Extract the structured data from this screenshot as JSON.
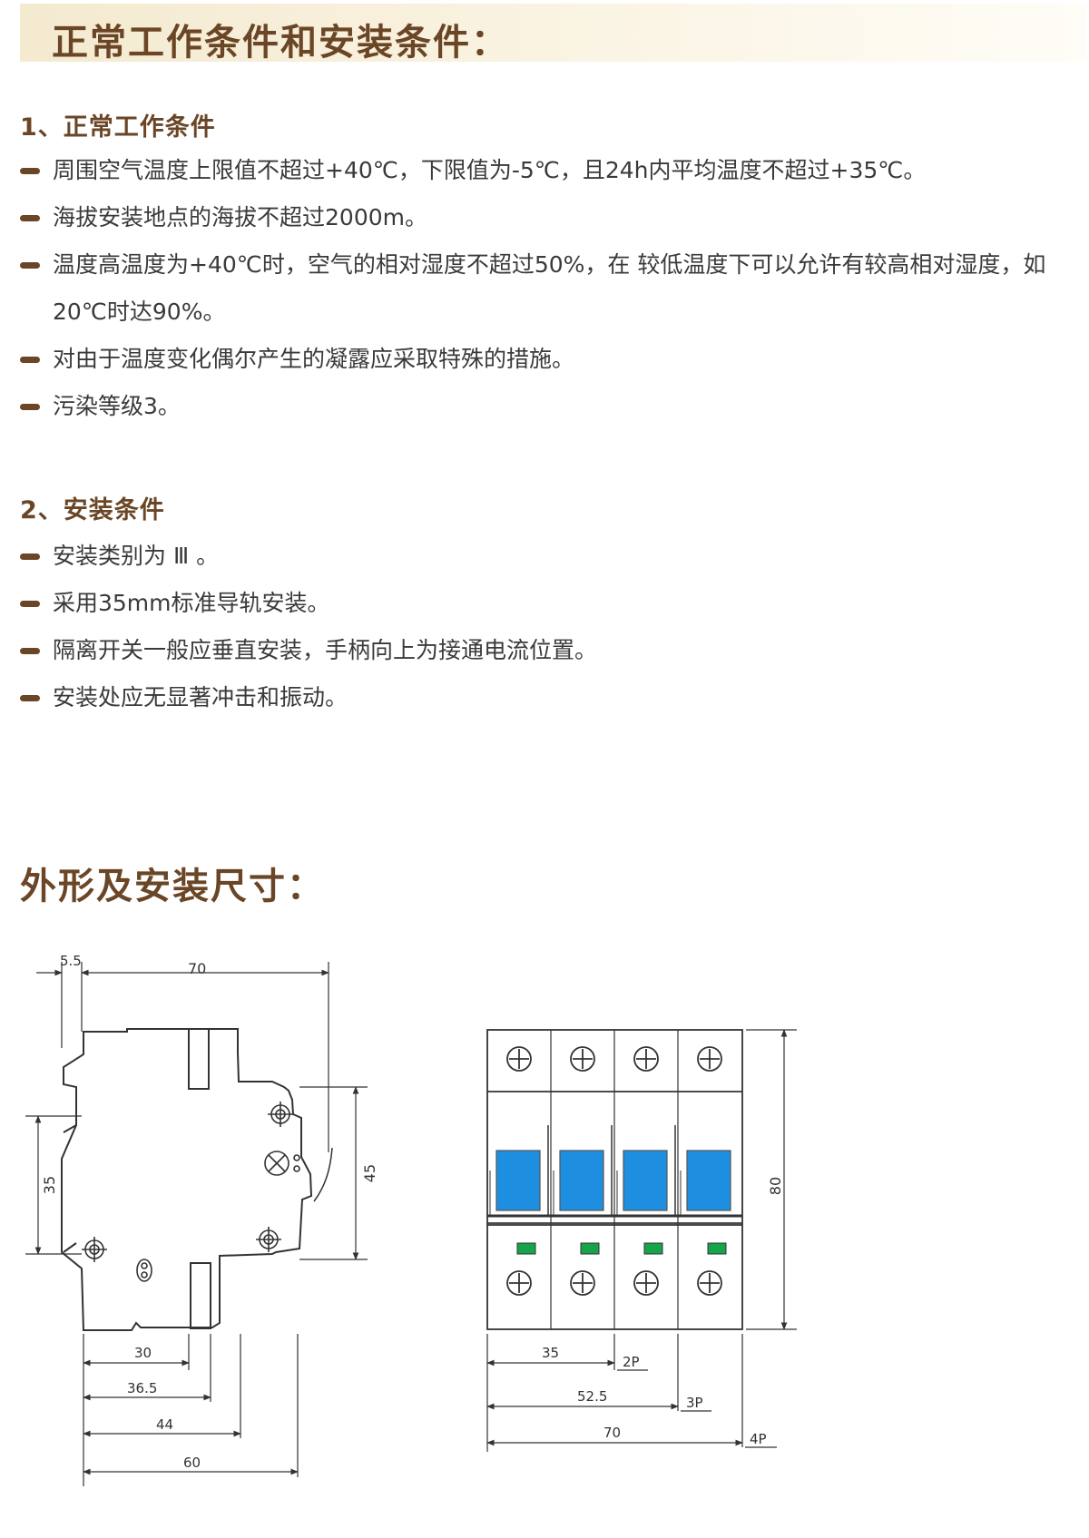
{
  "header": {
    "title": "正常工作条件和安装条件："
  },
  "working": {
    "heading": "1、正常工作条件",
    "items": [
      "周围空气温度上限值不超过+40℃，下限值为-5℃，且24h内平均温度不超过+35℃。",
      "海拔安装地点的海拔不超过2000m。",
      "温度高温度为+40℃时，空气的相对湿度不超过50%，在 较低温度下可以允许有较高相对湿度，如20℃时达90%。",
      "对由于温度变化偶尔产生的凝露应采取特殊的措施。",
      "污染等级3。"
    ]
  },
  "install": {
    "heading": "2、安装条件",
    "items": [
      "安装类别为 Ⅲ 。",
      "采用35mm标准导轨安装。",
      "隔离开关一般应垂直安装，手柄向上为接通电流位置。",
      "安装处应无显著冲击和振动。"
    ]
  },
  "dimensions": {
    "heading": "外形及安装尺寸：",
    "side_view": {
      "top_left": "5.5",
      "top_width": "70",
      "rail": "35",
      "height": "45",
      "bottom_1": "30",
      "bottom_2": "36.5",
      "bottom_3": "44",
      "bottom_4": "60"
    },
    "front_view": {
      "height": "80",
      "w2p": "35",
      "label_2p": "2P",
      "w3p": "52.5",
      "label_3p": "3P",
      "w4p": "70",
      "label_4p": "4P"
    }
  },
  "colors": {
    "accent": "#6a4626",
    "handle": "#1e8fe0",
    "indicator": "#16a34a"
  }
}
